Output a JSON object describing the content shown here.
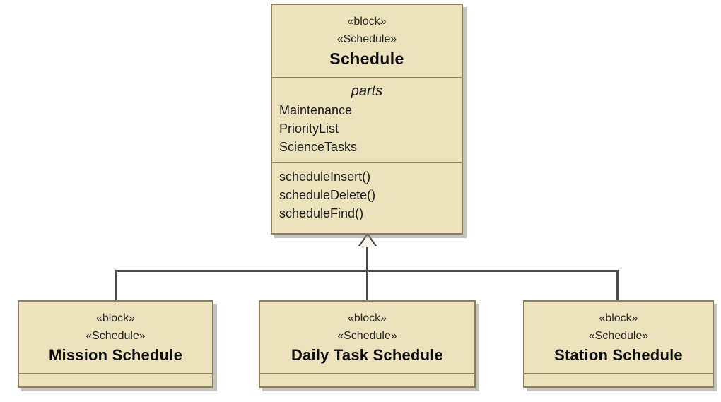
{
  "diagram": {
    "type": "sysml-block-definition-diagram",
    "background": "#ffffff",
    "palette": {
      "block_fill": "#ece3bd",
      "block_border": "#8c7f5e",
      "shadow": "#969288",
      "connector": "#4a4a4a",
      "text": "#1a1a1a"
    },
    "relationship": "generalization"
  },
  "blocks": {
    "parent": {
      "stereotype_block": "«block»",
      "stereotype_type": "«Schedule»",
      "name": "Schedule",
      "parts_label": "parts",
      "parts": [
        "Maintenance",
        "PriorityList",
        "ScienceTasks"
      ],
      "operations": [
        "scheduleInsert()",
        "scheduleDelete()",
        "scheduleFind()"
      ]
    },
    "children": [
      {
        "stereotype_block": "«block»",
        "stereotype_type": "«Schedule»",
        "name": "Mission Schedule"
      },
      {
        "stereotype_block": "«block»",
        "stereotype_type": "«Schedule»",
        "name": "Daily Task Schedule"
      },
      {
        "stereotype_block": "«block»",
        "stereotype_type": "«Schedule»",
        "name": "Station Schedule"
      }
    ]
  }
}
